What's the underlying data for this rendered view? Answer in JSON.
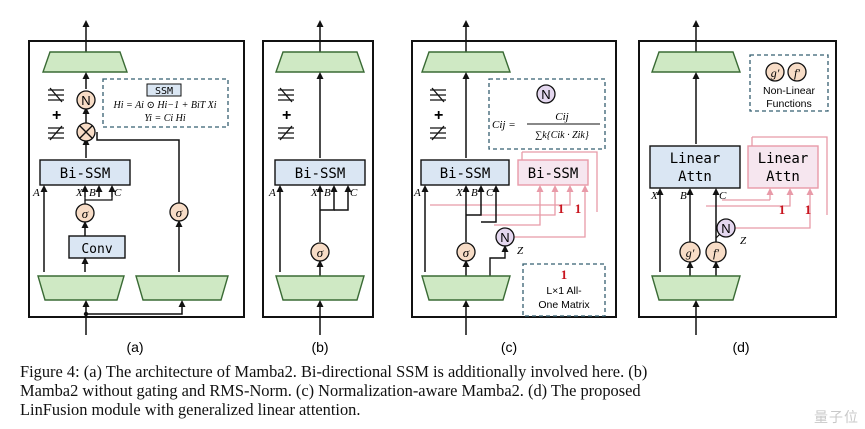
{
  "panels": [
    {
      "label": "(a)",
      "box_label": "Bi-SSM",
      "conv_label": "Conv",
      "inputs": [
        "A",
        "X",
        "B",
        "C"
      ],
      "sigma": "σ",
      "norm": "N",
      "ssm": {
        "title": "SSM",
        "eq1": "Hi = Ai ⊙ Hi−1 + BiT Xi",
        "eq2": "Yi = Ci Hi"
      }
    },
    {
      "label": "(b)",
      "box_label": "Bi-SSM",
      "inputs": [
        "A",
        "X",
        "B",
        "C"
      ],
      "sigma": "σ"
    },
    {
      "label": "(c)",
      "box_label": "Bi-SSM",
      "box2_label": "Bi-SSM",
      "inputs": [
        "A",
        "X",
        "B",
        "C"
      ],
      "sigma": "σ",
      "norm": "N",
      "z": "Z",
      "ones": [
        "1",
        "1"
      ],
      "formula_lhs": "Cij =",
      "formula_num": "Cij",
      "formula_den": "∑k{Cik · Zik}",
      "matrix_one": "1",
      "matrix_line1": "L×1 All-",
      "matrix_line2": "One Matrix"
    },
    {
      "label": "(d)",
      "box_lines": [
        "Linear",
        "Attn"
      ],
      "box2_lines": [
        "Linear",
        "Attn"
      ],
      "inputs": [
        "X",
        "B",
        "C"
      ],
      "g": "g′",
      "f": "f′",
      "norm": "N",
      "z": "Z",
      "ones": [
        "1",
        "1"
      ],
      "legend_g": "g′",
      "legend_f": "f′",
      "legend_line1": "Non-Linear",
      "legend_line2": "Functions"
    }
  ],
  "caption": {
    "line1": "Figure 4: (a) The architecture of Mamba2. Bi-directional SSM is additionally involved here. (b)",
    "line2": "Mamba2 without gating and RMS-Norm. (c) Normalization-aware Mamba2. (d) The proposed",
    "line3": "LinFusion module with generalized linear attention."
  },
  "watermark": "量子位",
  "colors": {
    "trap_fill": "#cfe9c4",
    "trap_stroke": "#3a6b35",
    "box_fill": "#dae6f3",
    "pink_fill": "#f6e6ef",
    "pink_stroke": "#e89aa8",
    "node_fill": "#f7dcc6",
    "n_fill": "#e4d7ef",
    "red": "#c8141e"
  }
}
